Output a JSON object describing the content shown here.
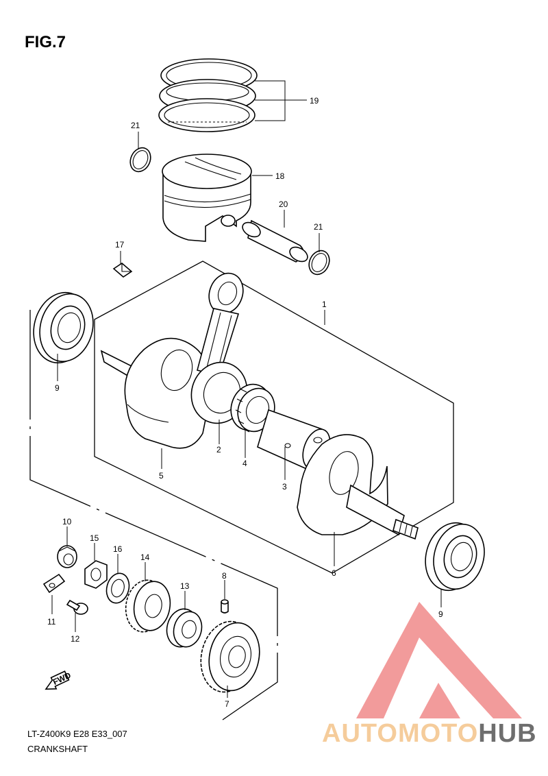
{
  "figure": {
    "title": "FIG.7",
    "model_code": "LT-Z400K9 E28 E33_007",
    "group_name": "CRANKSHAFT"
  },
  "callouts": {
    "c1": "1",
    "c2": "2",
    "c3": "3",
    "c4": "4",
    "c5": "5",
    "c6": "6",
    "c7": "7",
    "c8": "8",
    "c9a": "9",
    "c9b": "9",
    "c10": "10",
    "c11": "11",
    "c12": "12",
    "c13": "13",
    "c14": "14",
    "c15": "15",
    "c16": "16",
    "c17": "17",
    "c18": "18",
    "c19": "19",
    "c20": "20",
    "c21a": "21",
    "c21b": "21"
  },
  "direction_marker": {
    "label": "FWD"
  },
  "watermark": {
    "text_part1": "AUTOMOTO",
    "text_part2": "HUB",
    "color_primary": "#f08a8a",
    "color_secondary": "#f4c48a",
    "color_dark": "#555555"
  }
}
